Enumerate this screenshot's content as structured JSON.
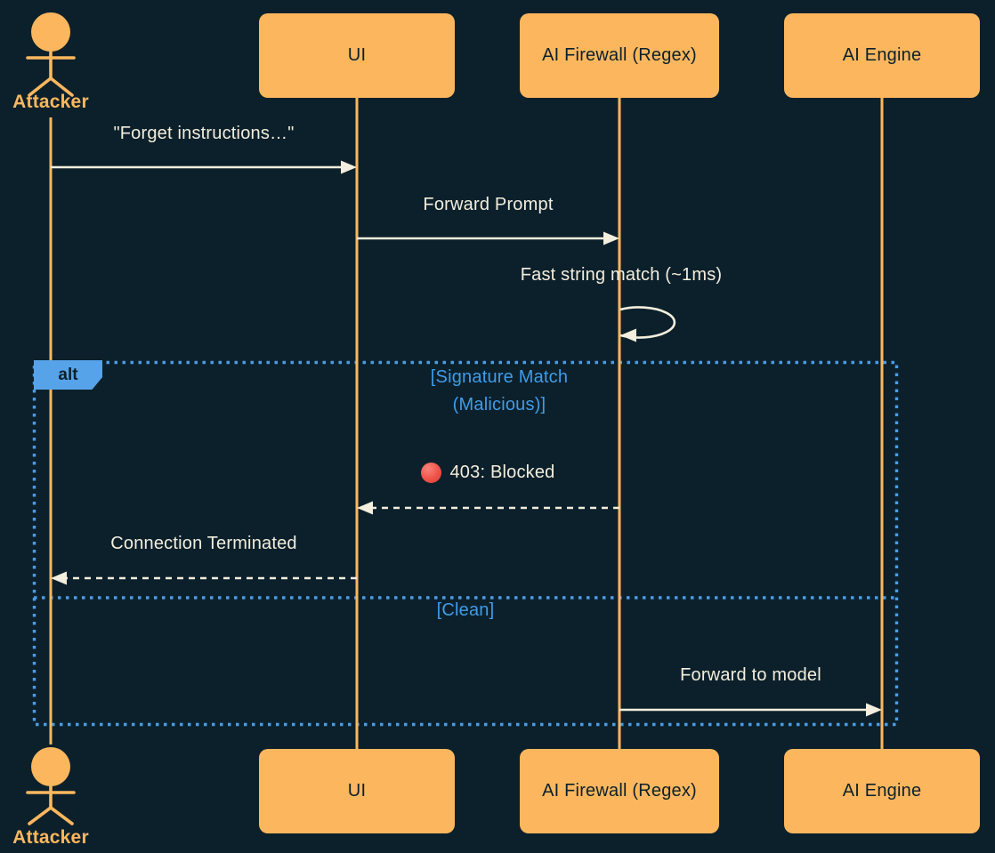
{
  "colors": {
    "background": "#0c202b",
    "orange": "#fcb75e",
    "frame-blue": "#4c9be4",
    "tab-blue": "#57a3e9",
    "condition-blue": "#3f9ce9",
    "message-cream": "#f3eedd",
    "dark-text": "#0c202b",
    "status-red": "#ef5348"
  },
  "diagram_type": "sequence",
  "participants": [
    {
      "label": "Attacker",
      "kind": "actor"
    },
    {
      "label": "UI",
      "kind": "participant"
    },
    {
      "label": "AI Firewall (Regex)",
      "kind": "participant"
    },
    {
      "label": "AI Engine",
      "kind": "participant"
    }
  ],
  "messages": [
    {
      "from": "Attacker",
      "to": "UI",
      "label": "\"Forget instructions…\"",
      "line": "solid"
    },
    {
      "from": "UI",
      "to": "AI Firewall (Regex)",
      "label": "Forward Prompt",
      "line": "solid"
    },
    {
      "from": "AI Firewall (Regex)",
      "to": "AI Firewall (Regex)",
      "label": "Fast string match (~1ms)",
      "line": "self-loop"
    },
    {
      "from": "AI Firewall (Regex)",
      "to": "UI",
      "label": "403: Blocked",
      "icon": "red-circle",
      "line": "dashed"
    },
    {
      "from": "UI",
      "to": "Attacker",
      "label": "Connection Terminated",
      "line": "dashed"
    },
    {
      "from": "AI Firewall (Regex)",
      "to": "AI Engine",
      "label": "Forward to model",
      "line": "solid"
    }
  ],
  "frame": {
    "operator": "alt",
    "sections": [
      "[Signature Match (Malicious)]",
      "[Clean]"
    ]
  }
}
